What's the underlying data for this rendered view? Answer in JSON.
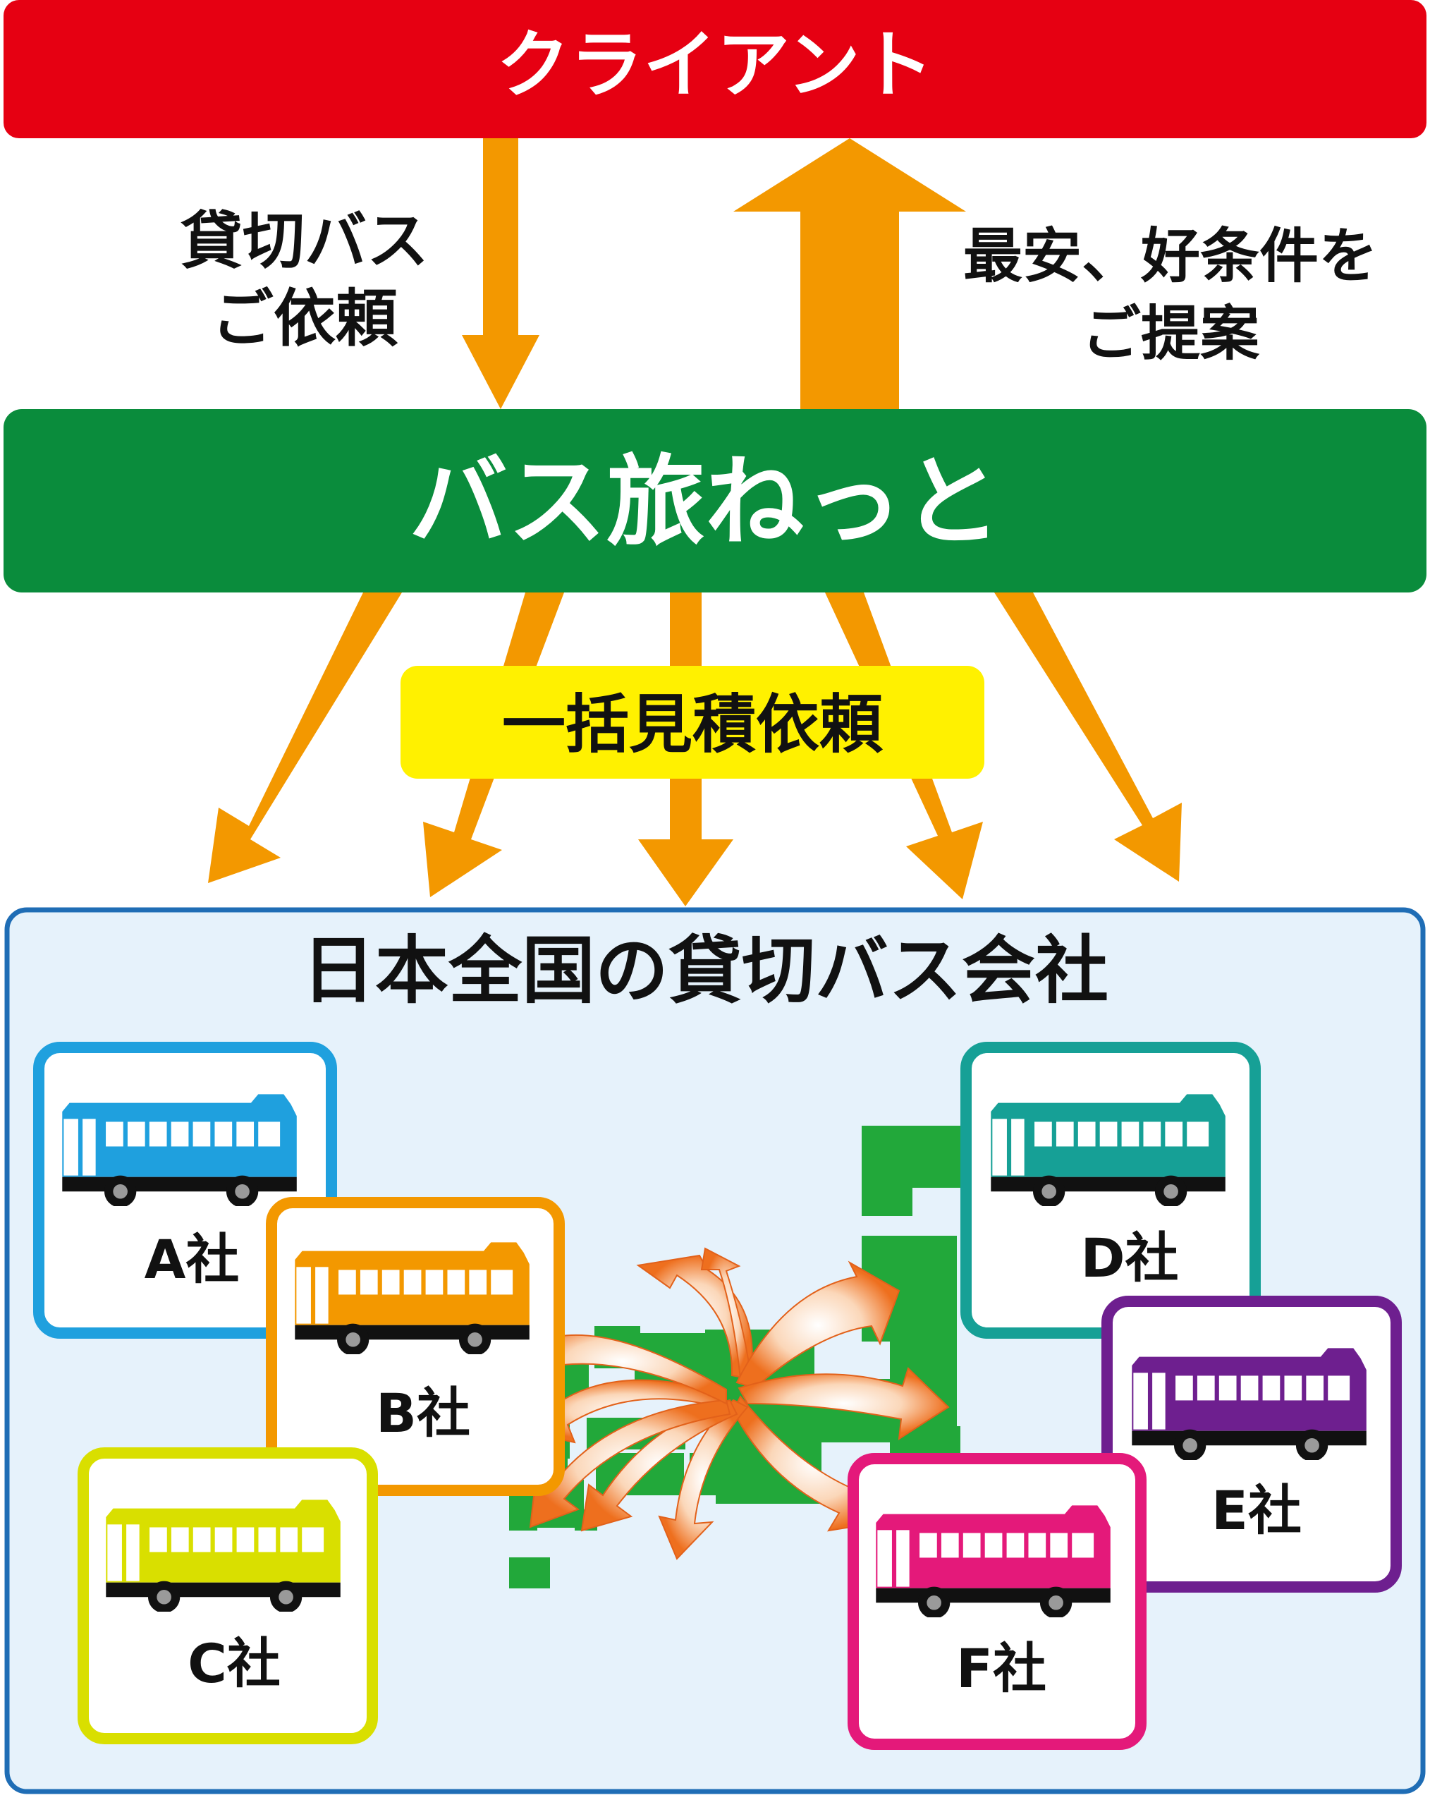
{
  "client": {
    "label": "クライアント",
    "color": "#e60012"
  },
  "service": {
    "label": "バス旅ねっと",
    "color": "#0a8c3c"
  },
  "request_text": {
    "line1": "貸切バス",
    "line2": "ご依頼"
  },
  "proposal_text": {
    "line1": "最安、好条件を",
    "line2": "ご提案"
  },
  "bulk_request": {
    "label": "一括見積依頼",
    "color": "#fff100"
  },
  "arrow_color": "#f39800",
  "panel": {
    "title": "日本全国の貸切バス会社",
    "border": "#1f6db5",
    "fill": "#e6f2fb"
  },
  "map_color": "#22a83a",
  "companies": [
    {
      "label": "A社",
      "color": "#1fa0de",
      "accent": "#5bc0ee"
    },
    {
      "label": "B社",
      "color": "#f39800",
      "accent": "#f6b14a"
    },
    {
      "label": "C社",
      "color": "#d9df00",
      "accent": "#e5ea4a"
    },
    {
      "label": "D社",
      "color": "#16a096",
      "accent": "#4cbcb3"
    },
    {
      "label": "E社",
      "color": "#6e1f8f",
      "accent": "#9452b0"
    },
    {
      "label": "F社",
      "color": "#e4197a",
      "accent": "#ee5aa1"
    }
  ]
}
